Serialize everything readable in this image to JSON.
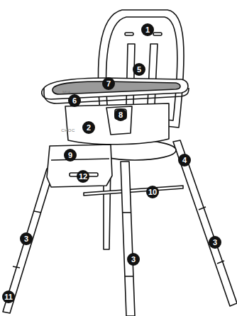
{
  "diagram": {
    "labels": [
      "1",
      "5",
      "7",
      "MIA",
      "6",
      "8",
      "CHOC",
      "2",
      "9",
      "12",
      "4",
      "10",
      "3",
      "3",
      "3",
      "11"
    ]
  }
}
